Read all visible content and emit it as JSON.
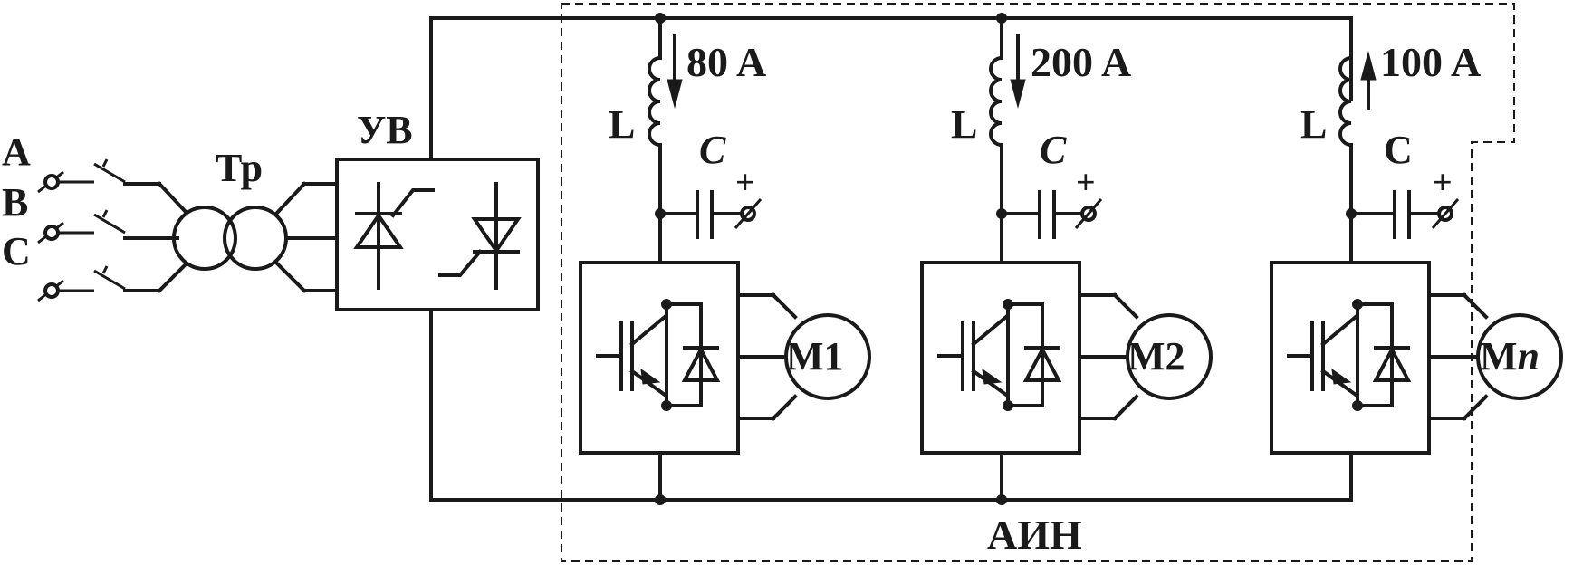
{
  "labels": {
    "phase_a": "A",
    "phase_b": "B",
    "phase_c": "C",
    "transformer": "Тр",
    "rectifier": "УВ",
    "inverter_group": "АИН"
  },
  "branches": [
    {
      "inductor": "L",
      "current": "80 A",
      "capacitor": "C",
      "cap_plus": "+",
      "motor": "M1"
    },
    {
      "inductor": "L",
      "current": "200 A",
      "capacitor": "C",
      "cap_plus": "+",
      "motor": "M2"
    },
    {
      "inductor": "L",
      "current": "100 A",
      "capacitor": "C",
      "cap_plus": "+",
      "motor": "M",
      "motor_suffix": "n"
    }
  ]
}
